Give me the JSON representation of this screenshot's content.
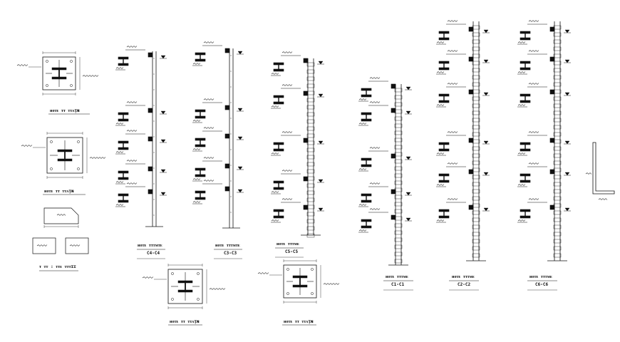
{
  "sheet": {
    "background": "#ffffff",
    "ink": "#111111",
    "titles": {
      "base_plate_1": "ᴎᴏᴛᴇ ᴛᴛ ᴛᴛᴀᴉɴ",
      "base_plate_2": "ᴎᴏᴛᴇ ᴛᴛ ᴛᴛᴀᴉɴ",
      "stiffener_detail": "ᴛ ᴛᴛ : ᴛᴛᴇ ᴛᴛᴛɪɪ",
      "col_c4": "ᴎᴏᴛᴇ ᴛᴛᴛᴍᴛᴇ",
      "col_c3": "ᴎᴏᴛᴇ ᴛᴛᴛᴍᴛᴇ",
      "col_c5": "ᴎᴏᴛᴇ ᴛᴛᴛᴍᴇ",
      "col_c1": "ᴎᴏᴛᴇ ᴛᴛᴛᴍᴇ",
      "col_c2": "ᴎᴏᴛᴇ ᴛᴛᴛᴍᴇ",
      "col_c6": "ᴎᴏᴛᴇ ᴛᴛᴛᴍᴇ",
      "base_plate_3": "ᴎᴏᴛᴇ ᴛᴛ ᴛᴛᴀᴉɴ",
      "base_plate_4": "ᴎᴏᴛᴇ ᴛᴛ ᴛᴛᴀᴉɴ"
    },
    "captions": {
      "c4": "C4-C4",
      "c3": "C3-C3",
      "c5": "C5-C5",
      "c1": "C1-C1",
      "c2": "C2-C2",
      "c6": "C6-C6"
    }
  }
}
